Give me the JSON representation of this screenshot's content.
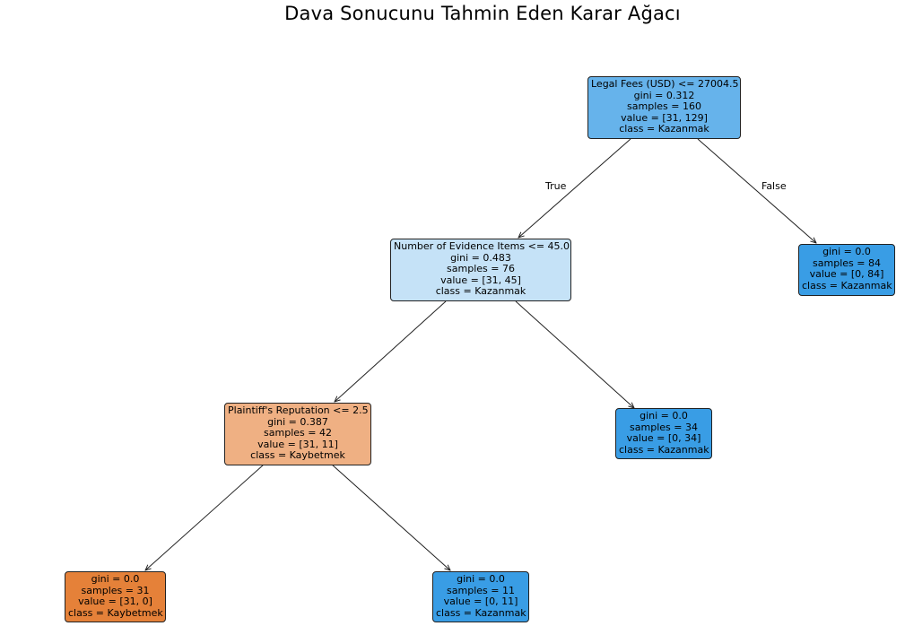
{
  "title": "Dava Sonucunu Tahmin Eden Karar Ağacı",
  "edge_labels": {
    "true": "True",
    "false": "False"
  },
  "colors": {
    "kazanmak_strong": "#399de5",
    "kazanmak_medium": "#66b3eb",
    "kazanmak_light": "#c5e2f7",
    "kaybetmek_strong": "#e58139",
    "kaybetmek_light": "#efb083"
  },
  "nodes": {
    "root": {
      "split": "Legal Fees (USD) <= 27004.5",
      "gini": "gini = 0.312",
      "samples": "samples = 160",
      "value": "value = [31, 129]",
      "class": "class = Kazanmak"
    },
    "n1": {
      "split": "Number of Evidence Items <= 45.0",
      "gini": "gini = 0.483",
      "samples": "samples = 76",
      "value": "value = [31, 45]",
      "class": "class = Kazanmak"
    },
    "n2": {
      "gini": "gini = 0.0",
      "samples": "samples = 84",
      "value": "value = [0, 84]",
      "class": "class = Kazanmak"
    },
    "n3": {
      "split": "Plaintiff's Reputation <= 2.5",
      "gini": "gini = 0.387",
      "samples": "samples = 42",
      "value": "value = [31, 11]",
      "class": "class = Kaybetmek"
    },
    "n4": {
      "gini": "gini = 0.0",
      "samples": "samples = 34",
      "value": "value = [0, 34]",
      "class": "class = Kazanmak"
    },
    "n5": {
      "gini": "gini = 0.0",
      "samples": "samples = 31",
      "value": "value = [31, 0]",
      "class": "class = Kaybetmek"
    },
    "n6": {
      "gini": "gini = 0.0",
      "samples": "samples = 11",
      "value": "value = [0, 11]",
      "class": "class = Kazanmak"
    }
  }
}
